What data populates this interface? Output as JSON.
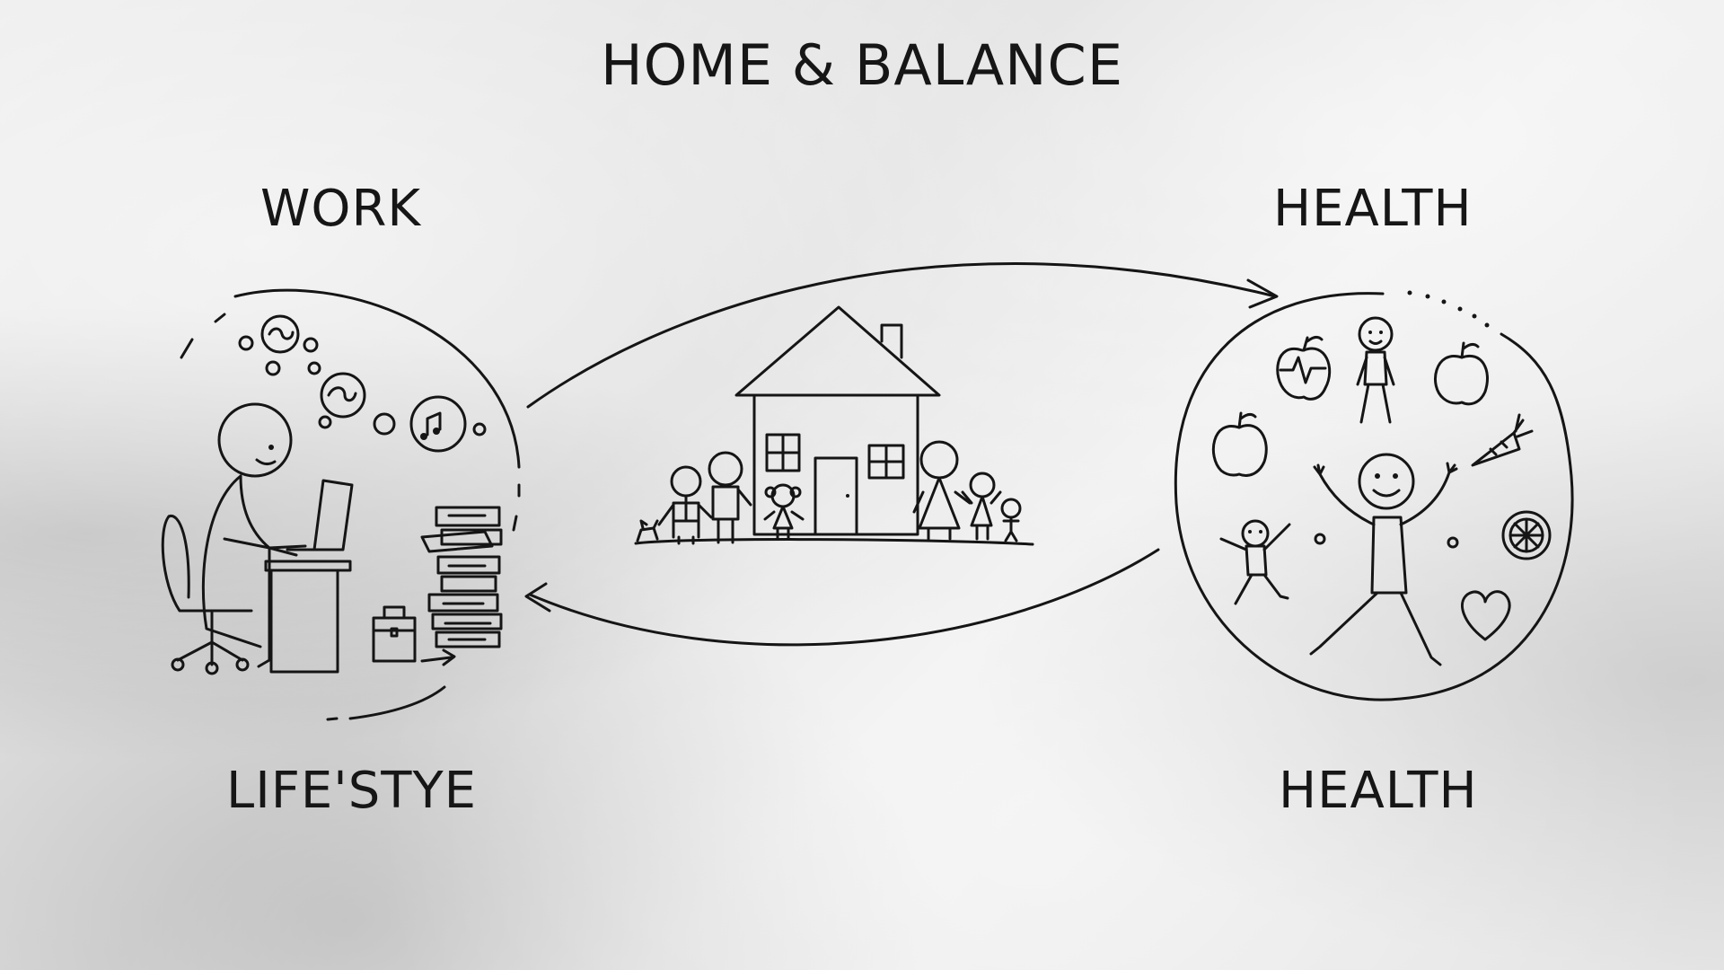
{
  "title": "HOME & BALANCE",
  "labels": {
    "work": "WORK",
    "health_top": "HEALTH",
    "lifestyle": "LIFE'STYE",
    "health_bottom": "HEALTH"
  }
}
